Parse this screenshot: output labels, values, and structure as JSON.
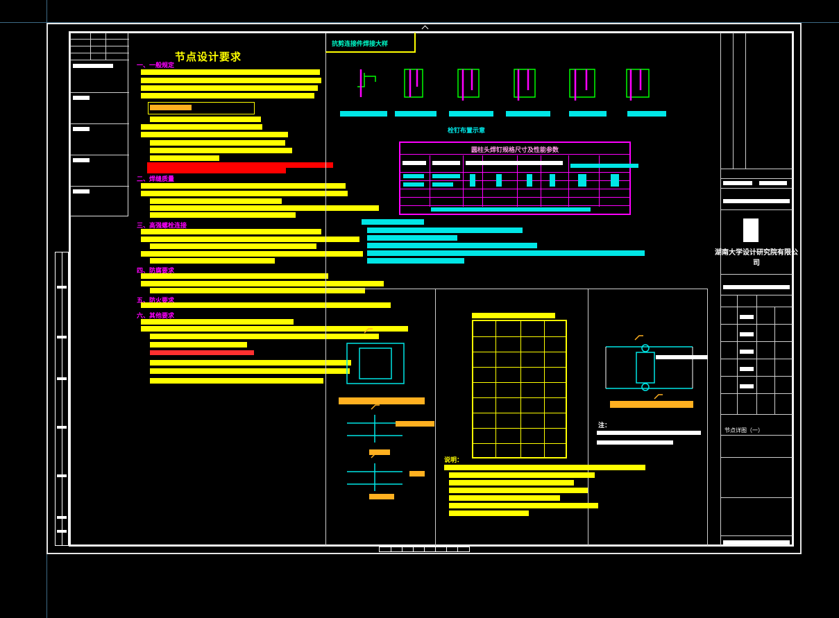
{
  "drawing": {
    "main_title": "节点设计要求",
    "header_box_label": "抗剪连接件焊接大样",
    "sections": [
      {
        "label": "一、一般规定"
      },
      {
        "label": "二、焊缝质量"
      },
      {
        "label": "三、高强螺栓连接"
      },
      {
        "label": "四、防腐要求"
      },
      {
        "label": "五、防火要求"
      },
      {
        "label": "六、其他要求"
      }
    ],
    "connector_details_caption": "栓钉布置示意",
    "magenta_table_title": "圆柱头焊钉规格尺寸及性能参数",
    "yellow_table_title": "栓钉长度与焊后长度对照",
    "notes_label": "说明：",
    "right_notes_label": "注：",
    "company_name": "湖南大学设计研究院有限公司",
    "sheet_label": "节点详图（一）"
  },
  "colors": {
    "background": "#000000",
    "frame": "#f2f2f2",
    "text_yellow": "#ffff00",
    "text_magenta": "#ff00ff",
    "text_cyan": "#00e6e6",
    "text_red": "#ff0000",
    "text_orange": "#ffb020",
    "crosshair": "#3d6b86"
  }
}
